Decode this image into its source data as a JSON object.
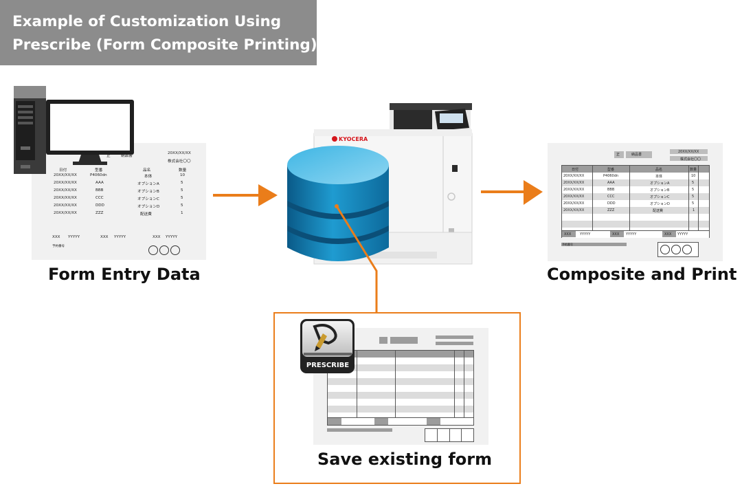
{
  "title": {
    "line1": "Example of Customization Using",
    "line2": "Prescribe (Form Composite Printing)"
  },
  "captions": {
    "form_entry": "Form Entry Data",
    "composite": "Composite and Print",
    "save_form": "Save existing form"
  },
  "colors": {
    "accent": "#ea7d1a",
    "title_bg": "#8c8c8c",
    "db_blue": "#1e90c4"
  },
  "printer": {
    "brand": "KYOCERA"
  },
  "prescribe_logo": {
    "label": "PRESCRIBE"
  },
  "form_doc": {
    "seal": "正",
    "doc_title": "納品書",
    "date": "20XX/XX/XX",
    "company": "株式会社〇〇",
    "headers": [
      "日付",
      "型番",
      "品名",
      "数量"
    ],
    "rows": [
      [
        "20XX/XX/XX",
        "P4060dn",
        "本体",
        "10"
      ],
      [
        "20XX/XX/XX",
        "AAA",
        "オプションA",
        "5"
      ],
      [
        "20XX/XX/XX",
        "BBB",
        "オプションB",
        "5"
      ],
      [
        "20XX/XX/XX",
        "CCC",
        "オプションC",
        "5"
      ],
      [
        "20XX/XX/XX",
        "DDD",
        "オプションD",
        "5"
      ],
      [
        "20XX/XX/XX",
        "ZZZ",
        "配送費",
        "1"
      ]
    ],
    "footer": [
      [
        "XXX",
        "YYYYY"
      ],
      [
        "XXX",
        "YYYYY"
      ],
      [
        "XXX",
        "YYYYY"
      ]
    ],
    "note": "予約番号",
    "circles": "〇〇〇"
  }
}
